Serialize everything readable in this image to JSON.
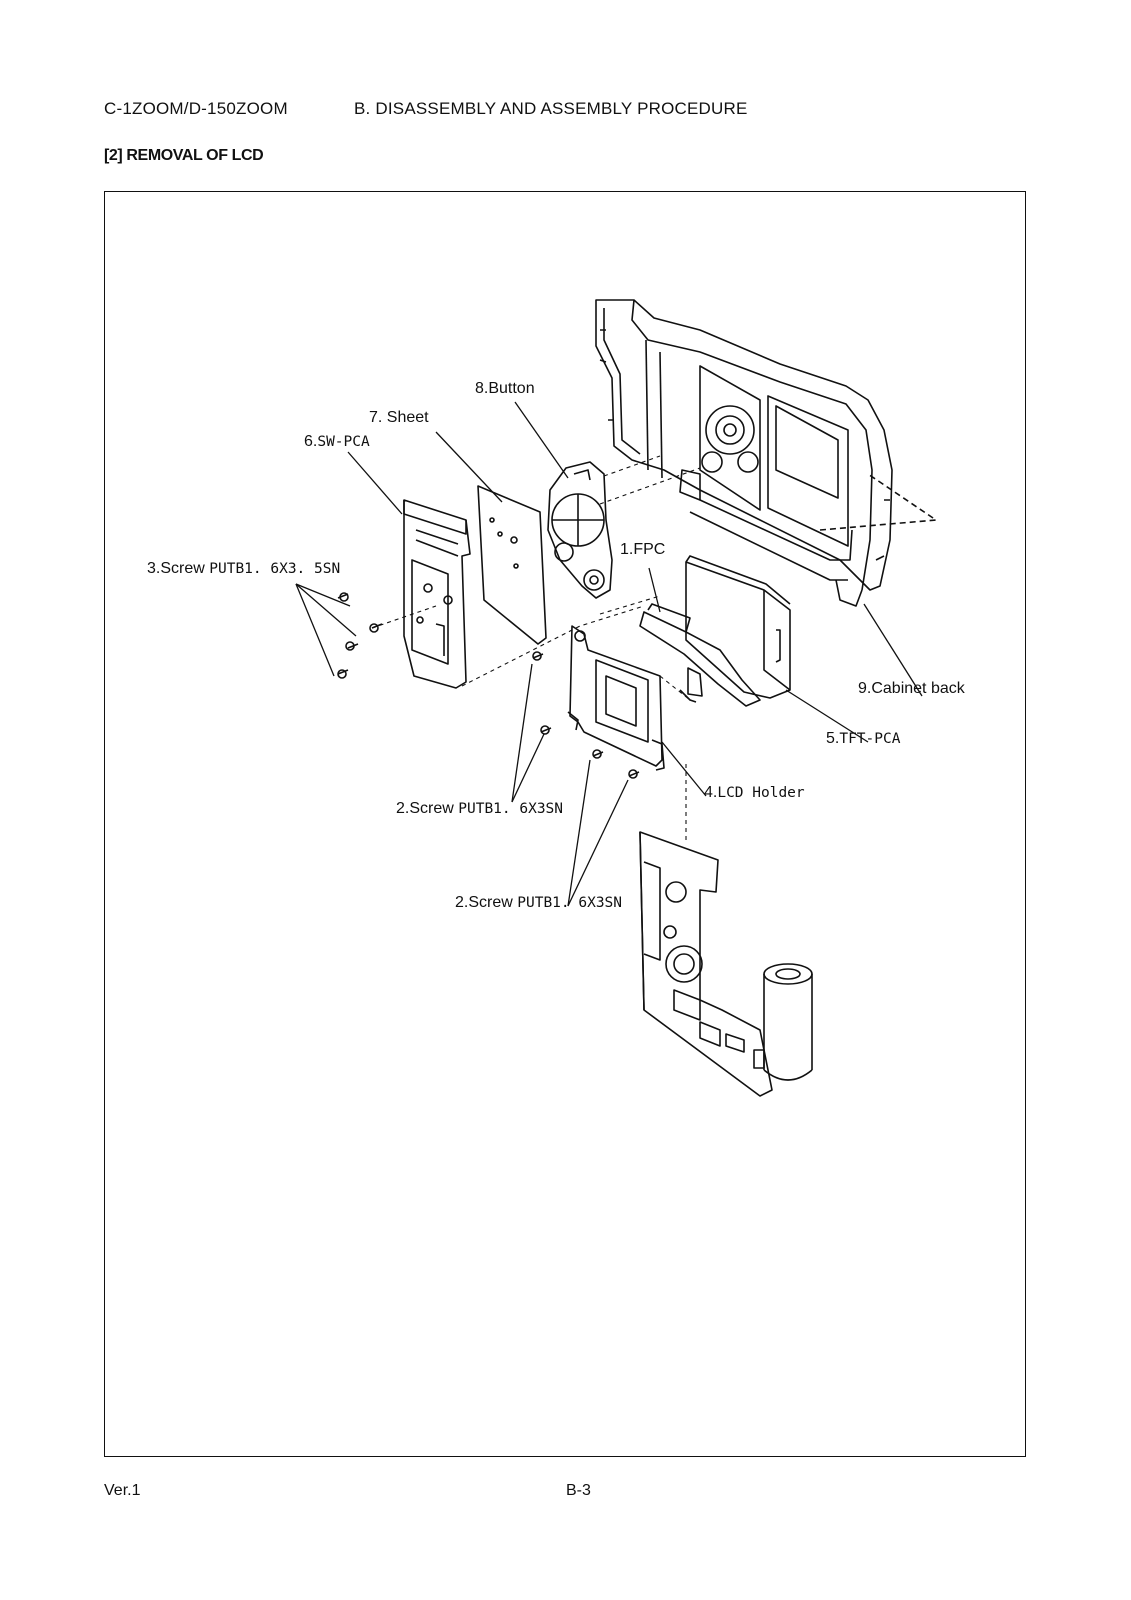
{
  "header": {
    "model": "C-1ZOOM/D-150ZOOM",
    "chapter": "B.  DISASSEMBLY AND ASSEMBLY PROCEDURE"
  },
  "section_title": "[2] REMOVAL OF LCD",
  "callouts": {
    "button": "8.Button",
    "sheet": "7. Sheet",
    "sw_pca_num": "6.",
    "sw_pca_code": "SW-PCA",
    "screw3_text": "3.Screw ",
    "screw3_code": "PUTB1. 6X3. 5SN",
    "fpc": "1.FPC",
    "cabinet_back": "9.Cabinet back",
    "tft_pca_num": "5.",
    "tft_pca_code": "TFT-PCA",
    "lcd_holder_num": "4.",
    "lcd_holder_code": "LCD Holder",
    "screw2a_text": "2.Screw ",
    "screw2a_code": "PUTB1. 6X3SN",
    "screw2b_text": "2.Screw ",
    "screw2b_code": "PUTB1. 6X3SN"
  },
  "footer": {
    "version": "Ver.1",
    "page": "B-3"
  }
}
